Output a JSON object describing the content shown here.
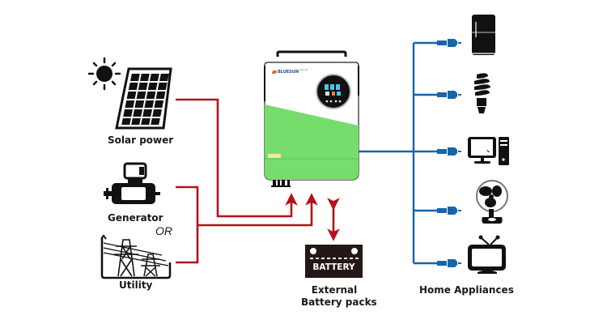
{
  "sources": {
    "solar_label": "Solar power",
    "generator_label": "Generator",
    "or_label": "OR",
    "utility_label": "Utility"
  },
  "inverter": {
    "brand": "BLUESUN",
    "brand_sub": "SOLAR"
  },
  "battery": {
    "text": "BATTERY",
    "label_line1": "External",
    "label_line2": "Battery packs"
  },
  "loads": {
    "label": "Home Appliances",
    "items": [
      "refrigerator",
      "light-bulb",
      "desktop-computer",
      "electric-fan",
      "television"
    ]
  },
  "colors": {
    "dc_line": "#b5121b",
    "ac_line": "#1565a8",
    "inverter_green": "#76dd6c",
    "icon_black": "#111111"
  }
}
